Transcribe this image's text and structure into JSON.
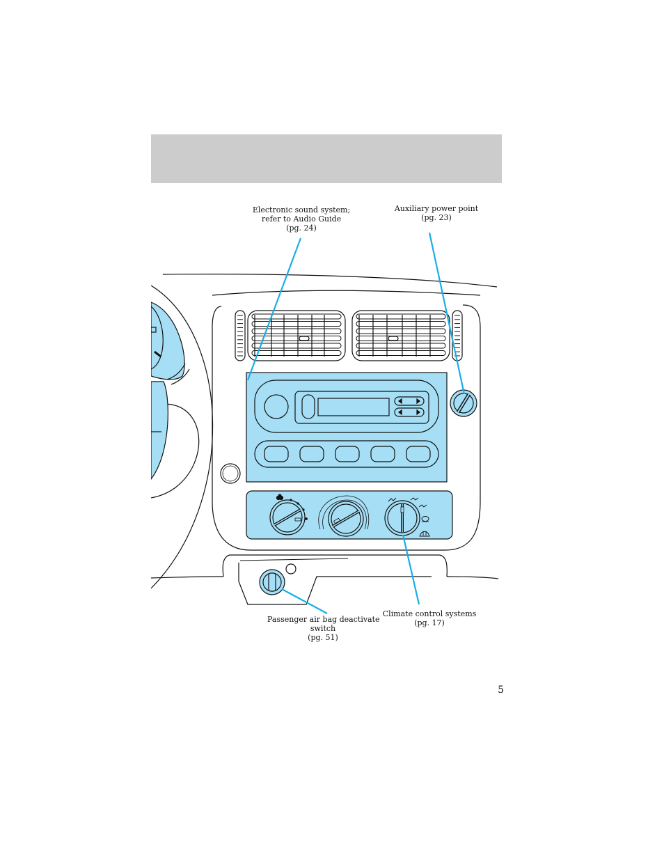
{
  "callouts": {
    "sound": {
      "lines": [
        "Electronic sound system;",
        "refer to Audio Guide",
        "(pg. 24)"
      ]
    },
    "aux_power": {
      "lines": [
        "Auxiliary power point",
        "(pg. 23)"
      ]
    },
    "airbag": {
      "lines": [
        "Passenger air bag deactivate",
        "switch",
        "(pg. 51)"
      ]
    },
    "climate": {
      "lines": [
        "Climate control systems",
        "(pg. 17)"
      ]
    }
  },
  "page_number": "5",
  "colors": {
    "header_band": "#cccccc",
    "panel_fill": "#a6dff5",
    "callout_line": "#19aee6",
    "outline": "#111111"
  },
  "icons": [
    "fan-speed-icon",
    "mode-selector-icon",
    "defrost-icon",
    "recirculation-icon"
  ]
}
